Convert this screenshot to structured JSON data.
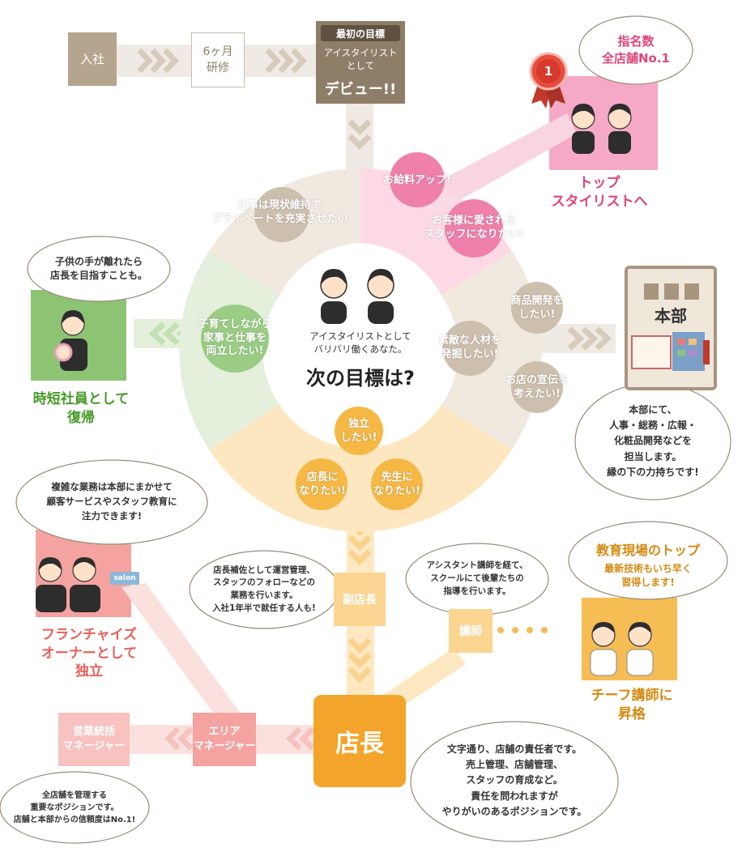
{
  "colors": {
    "taupe": "#b5a48e",
    "taupe_dark": "#8f7e67",
    "pink": "#ec6ea0",
    "pink_light": "#f7c1d5",
    "green": "#8cc474",
    "green_dark": "#4a9a2b",
    "gold": "#f2a52a",
    "gold_light": "#fbd592",
    "coral": "#f4a3a0",
    "coral_text": "#e8605a"
  },
  "top_flow": {
    "join": "入社",
    "training": "6ヶ月\n研修",
    "first_goal_tag": "最初の目標",
    "debut_line1": "アイスタイリスト\nとして",
    "debut_line2": "デビュー!!"
  },
  "top_stylist": {
    "bubble": "指名数\n全店舗No.1",
    "rank": "1",
    "label": "トップ\nスタイリストへ"
  },
  "ring": {
    "center_sub": "アイスタイリストとして\nバリバリ働くあなた。",
    "center_title": "次の目標は?",
    "options": {
      "private": "仕事は現状維持で\nプライベートを充実させたい",
      "salary": "お給料アップ!",
      "loved": "お客様に愛される\nスタッフになりたい!",
      "product": "商品開発を\nしたい!",
      "talent": "素敵な人材を\n発掘したい!",
      "promo": "お店の宣伝を\n考えたい!",
      "childcare": "子育てしながら\n家事と仕事を\n両立したい!",
      "independent": "独立\nしたい!",
      "manager": "店長に\nなりたい!",
      "teacher": "先生に\nなりたい!"
    }
  },
  "short_time": {
    "bubble": "子供の手が離れたら\n店長を目指すことも。",
    "label": "時短社員として\n復帰"
  },
  "headquarters": {
    "label": "本部",
    "bubble": "本部にて、\n人事・総務・広報・\n化粧品開発などを\n担当します。\n縁の下の力持ちです!"
  },
  "franchise": {
    "bubble": "複雑な業務は本部にまかせて\n顧客サービスやスタッフ教育に\n注力できます!",
    "salon_sign": "salon",
    "label": "フランチャイズ\nオーナーとして\n独立"
  },
  "vice_manager": {
    "label": "副店長",
    "bubble": "店長補佐として運営管理、\nスタッフのフォローなどの\n業務を行います。\n入社1年半で就任する人も!"
  },
  "instructor": {
    "label": "講師",
    "bubble": "アシスタント講師を経て、\nスクールにて後輩たちの\n指導を行います。"
  },
  "chief_instructor": {
    "bubble_title": "教育現場のトップ",
    "bubble_sub": "最新技術もいち早く\n習得します!",
    "label": "チーフ講師に\n昇格"
  },
  "store_manager": {
    "label": "店長",
    "bubble": "文字通り、店舗の責任者です。\n売上管理、店舗管理、\nスタッフの育成など。\n責任を問われますが\nやりがいのあるポジションです。"
  },
  "area_manager": {
    "label": "エリア\nマネージャー"
  },
  "sales_manager": {
    "label": "営業統括\nマネージャー",
    "bubble": "全店舗を管理する\n重要なポジションです。\n店舗と本部からの信頼度はNo.1!"
  }
}
